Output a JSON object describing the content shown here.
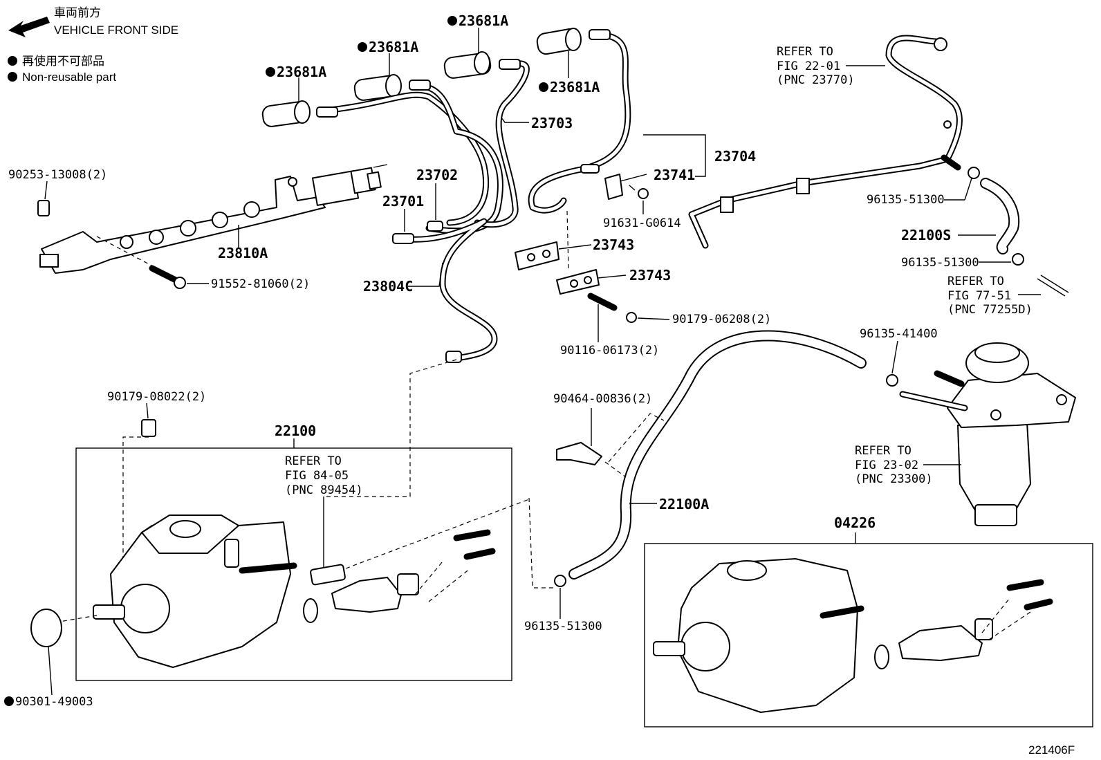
{
  "header": {
    "front_jp": "車両前方",
    "front_en": "VEHICLE FRONT SIDE",
    "legend_jp": "再使用不可部品",
    "legend_en": "Non-reusable part"
  },
  "labels": {
    "p23681a_1": "23681A",
    "p23681a_2": "23681A",
    "p23681a_3": "23681A",
    "p23681a_4": "23681A",
    "p23703": "23703",
    "p23704": "23704",
    "p23702": "23702",
    "p23701": "23701",
    "p23741": "23741",
    "p91631": "91631-G0614",
    "p23743_1": "23743",
    "p23743_2": "23743",
    "p23804c": "23804C",
    "p90179_06208": "90179-06208(2)",
    "p90116": "90116-06173(2)",
    "p90253": "90253-13008(2)",
    "p23810a": "23810A",
    "p91552": "91552-81060(2)",
    "p90179_08022": "90179-08022(2)",
    "p22100": "22100",
    "p90464": "90464-00836(2)",
    "p22100a": "22100A",
    "p96135_51300_a": "96135-51300",
    "p96135_51300_b": "96135-51300",
    "p96135_51300_c": "96135-51300",
    "p22100s": "22100S",
    "p96135_41400": "96135-41400",
    "p04226": "04226",
    "p90301": "90301-49003",
    "diagram_id": "221406F"
  },
  "refs": {
    "fig22": [
      "REFER TO",
      "FIG 22-01",
      "(PNC 23770)"
    ],
    "fig77": [
      "REFER TO",
      "FIG 77-51",
      "(PNC 77255D)"
    ],
    "fig23": [
      "REFER TO",
      "FIG 23-02",
      "(PNC 23300)"
    ],
    "fig84": [
      "REFER TO",
      "FIG 84-05",
      "(PNC 89454)"
    ]
  }
}
